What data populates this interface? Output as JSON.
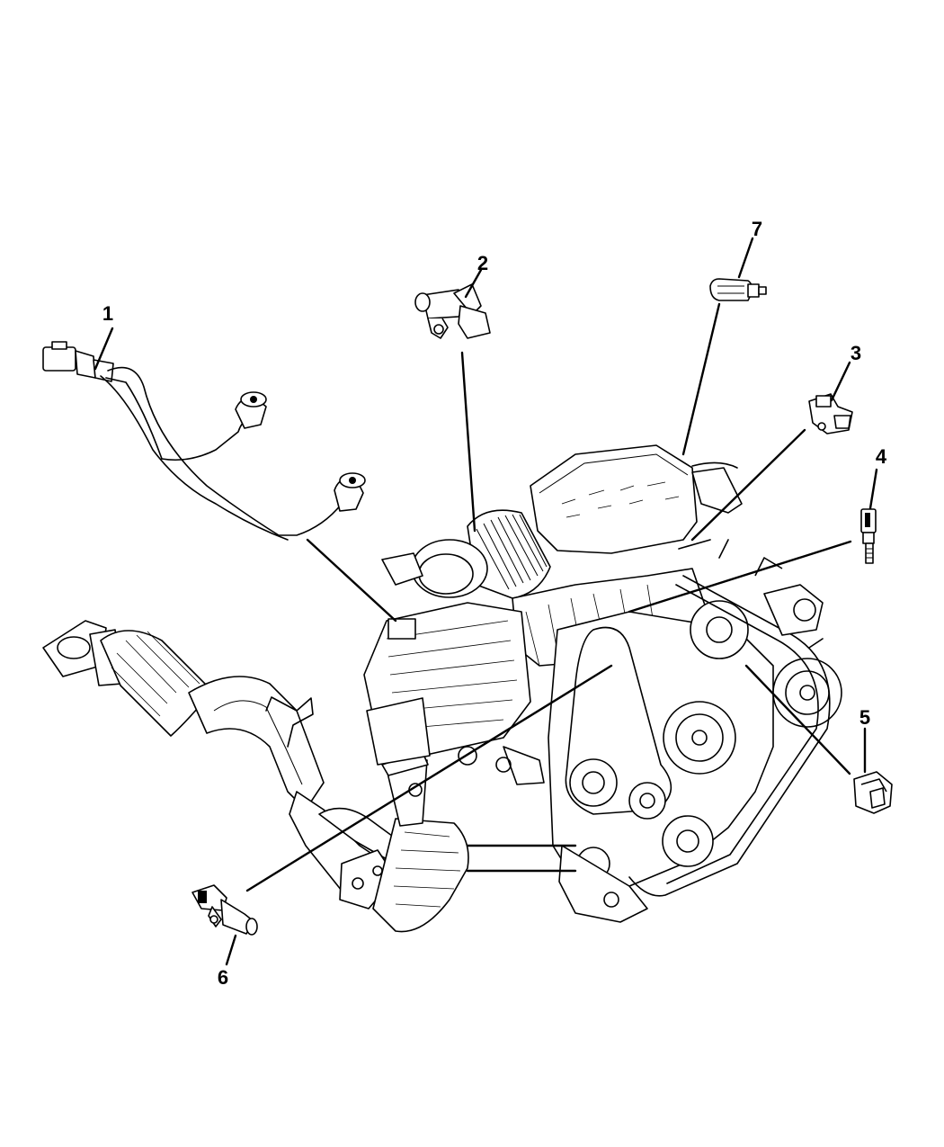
{
  "callouts": [
    {
      "id": "1",
      "text": "1"
    },
    {
      "id": "2",
      "text": "2"
    },
    {
      "id": "3",
      "text": "3"
    },
    {
      "id": "4",
      "text": "4"
    },
    {
      "id": "5",
      "text": "5"
    },
    {
      "id": "6",
      "text": "6"
    },
    {
      "id": "7",
      "text": "7"
    }
  ],
  "colors": {
    "ink": "#000000",
    "paper": "#ffffff"
  }
}
